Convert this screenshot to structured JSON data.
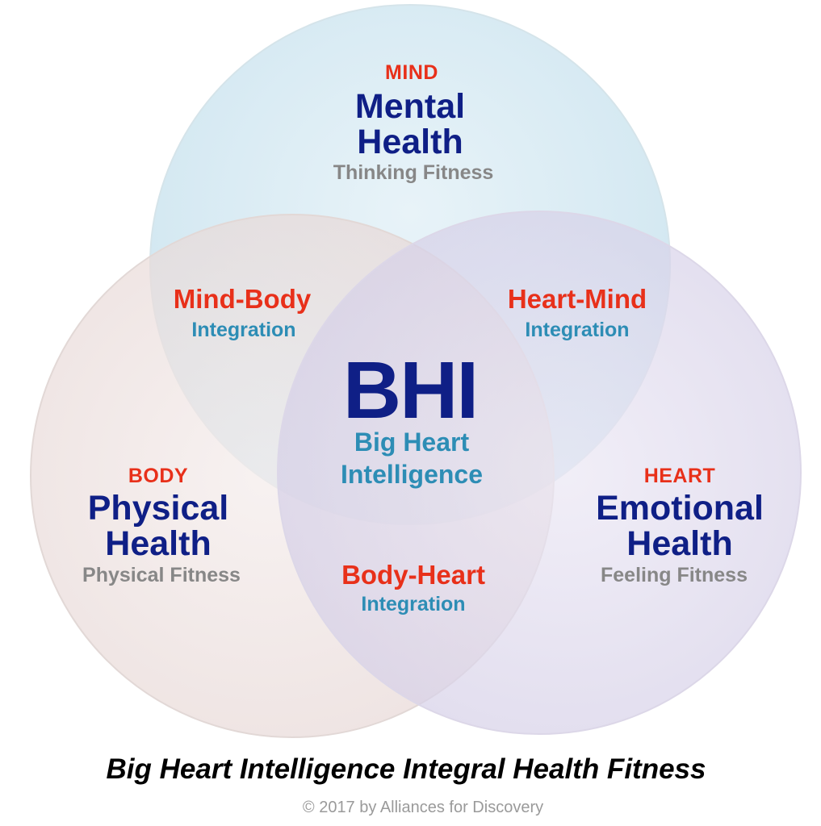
{
  "circles": {
    "mind": {
      "tag": "MIND",
      "title_line1": "Mental",
      "title_line2": "Health",
      "subtitle": "Thinking Fitness",
      "fill": "#cfe6f0"
    },
    "body": {
      "tag": "BODY",
      "title_line1": "Physical",
      "title_line2": "Health",
      "subtitle": "Physical Fitness",
      "fill": "#ecdcd9"
    },
    "heart": {
      "tag": "HEART",
      "title_line1": "Emotional",
      "title_line2": "Health",
      "subtitle": "Feeling Fitness",
      "fill": "#d9d3ea"
    }
  },
  "intersections": {
    "mind_body": {
      "label": "Mind-Body",
      "sub": "Integration"
    },
    "heart_mind": {
      "label": "Heart-Mind",
      "sub": "Integration"
    },
    "body_heart": {
      "label": "Body-Heart",
      "sub": "Integration"
    }
  },
  "center": {
    "acronym": "BHI",
    "line1": "Big Heart",
    "line2": "Intelligence"
  },
  "title": "Big Heart Intelligence Integral Health Fitness",
  "copyright": "© 2017 by Alliances for Discovery",
  "colors": {
    "tag_red": "#e8301a",
    "navy": "#0f1f86",
    "teal": "#2d8db5",
    "gray": "#878787"
  }
}
